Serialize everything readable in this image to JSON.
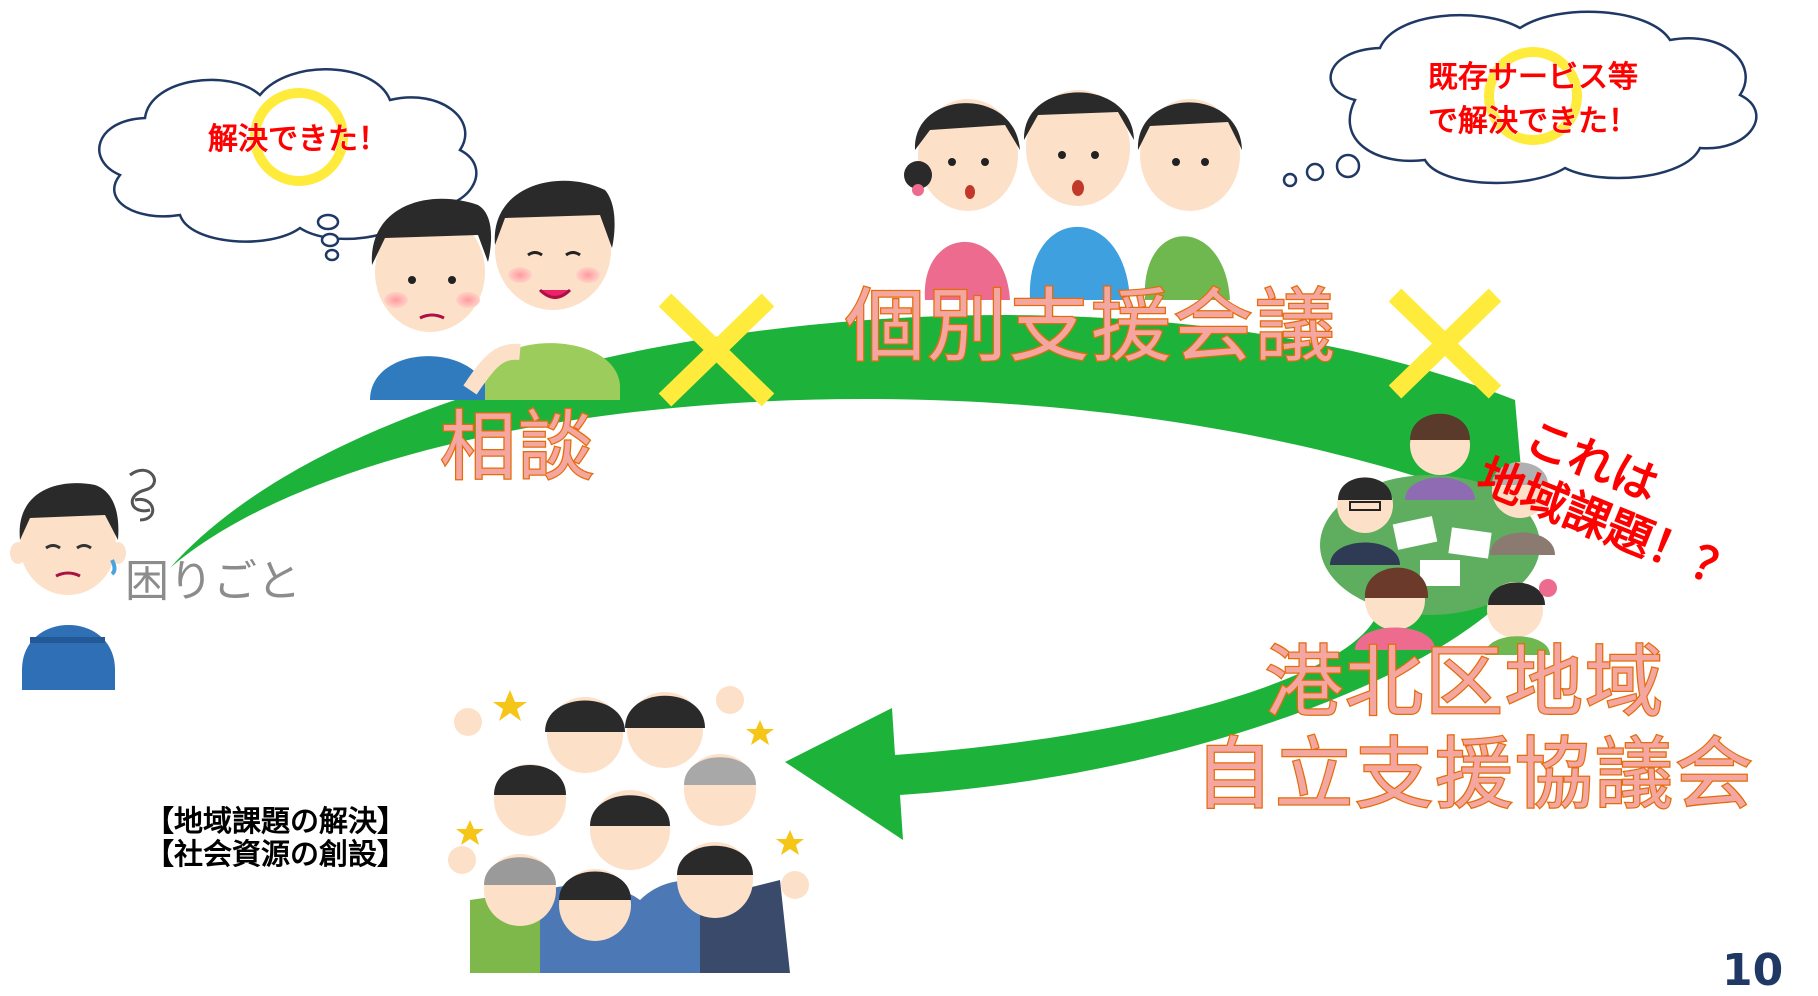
{
  "consult": {
    "label": "相談"
  },
  "individual_meeting": {
    "label": "個別支援会議"
  },
  "council": {
    "line1": "港北区地域",
    "line2": "自立支援協議会"
  },
  "trouble": {
    "label": "困りごと"
  },
  "thought_left": {
    "text": "解決できた！"
  },
  "thought_right": {
    "line1": "既存サービス等",
    "line2": "で解決できた！"
  },
  "regional_issue": {
    "line1": "これは",
    "line2": "地域課題！？"
  },
  "outcomes": {
    "line1": "【地域課題の解決】",
    "line2": "【社会資源の創設】"
  },
  "page_number": "10",
  "colors": {
    "arrow": "#1db33a",
    "cross": "#ffeb3b",
    "ring": "#ffeb3b",
    "label_stroke": "#e46c0a",
    "label_fill": "#f4a6a0",
    "accent_red": "#ff0000"
  }
}
